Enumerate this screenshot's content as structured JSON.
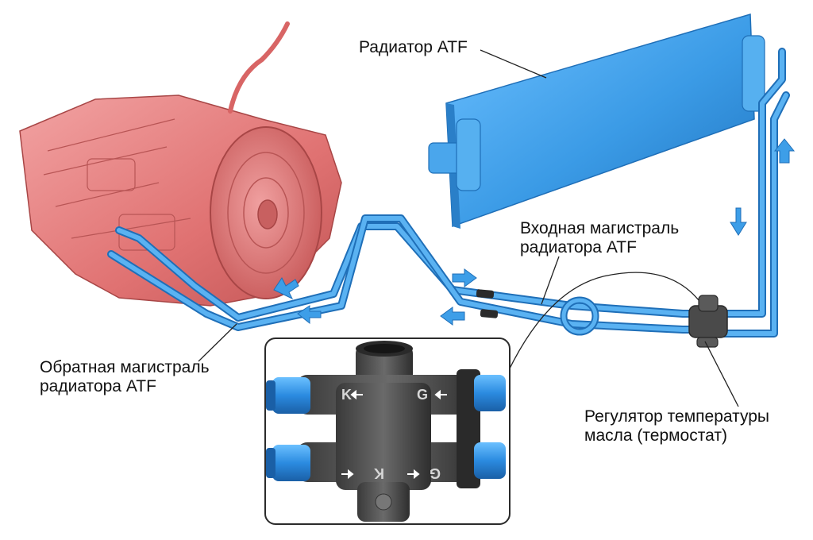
{
  "labels": {
    "radiator": "Радиатор ATF",
    "inlet_line": [
      "Входная магистраль",
      "радиатора ATF"
    ],
    "return_line": [
      "Обратная магистраль",
      "радиатора ATF"
    ],
    "thermostat": [
      "Регулятор температуры",
      "масла (термостат)"
    ]
  },
  "inset": {
    "port_marks": [
      "K",
      "G",
      "K",
      "G"
    ]
  },
  "colors": {
    "transmission": "#e07575",
    "transmission_dark": "#b94f4f",
    "cooler_blue": "#3d9ee8",
    "cooler_blue_dark": "#1f6fb8",
    "pipe_blue": "#4aa6ec",
    "thermostat_body": "#4a4a4a",
    "leader_line": "#222222"
  },
  "icons": {
    "flow_arrows": "flow-direction-arrow-icon"
  }
}
